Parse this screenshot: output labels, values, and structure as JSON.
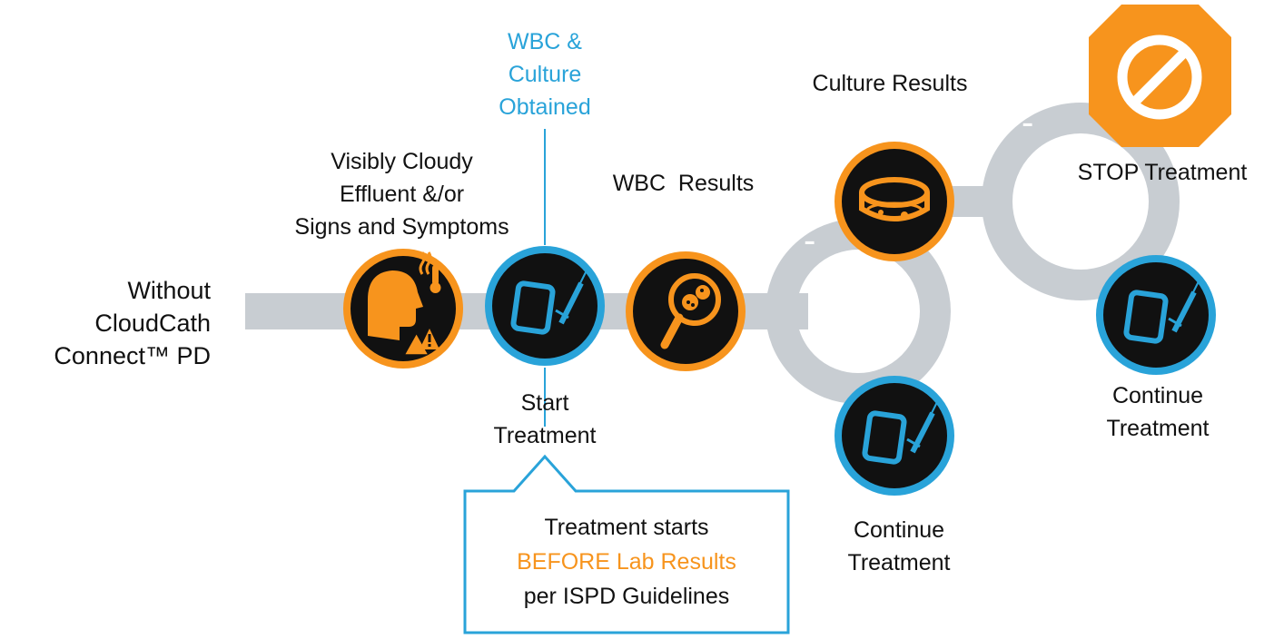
{
  "colors": {
    "track": "#c8cdd2",
    "orange": "#f7941d",
    "blue": "#29a3d9",
    "icon_bg": "#111111",
    "text": "#111111"
  },
  "start_label": [
    "Without",
    "CloudCath",
    "Connect™ PD"
  ],
  "steps": {
    "symptoms": {
      "label": [
        "Visibly Cloudy",
        "Effluent &/or",
        "Signs and Symptoms"
      ],
      "icon": "sick-person-fever-warning-icon"
    },
    "wbc_culture_obtained": {
      "label": [
        "WBC &",
        "Culture",
        "Obtained"
      ]
    },
    "start_treatment": {
      "label": [
        "Start",
        "Treatment"
      ],
      "icon": "iv-bag-syringe-icon"
    },
    "wbc_results": {
      "label": "WBC  Results",
      "icon": "magnifier-cells-icon"
    },
    "culture_results": {
      "label": "Culture Results",
      "icon": "petri-dish-icon"
    },
    "stop_treatment": {
      "label": "STOP Treatment",
      "icon": "stop-sign-icon"
    },
    "continue_upper": {
      "label": [
        "Continue",
        "Treatment"
      ],
      "icon": "iv-bag-syringe-icon"
    },
    "continue_lower": {
      "label": [
        "Continue",
        "Treatment"
      ],
      "icon": "iv-bag-syringe-icon"
    }
  },
  "branch_signs": {
    "minus": "-",
    "plus": "+"
  },
  "callout": {
    "line1": "Treatment starts",
    "line2": "BEFORE Lab Results",
    "line3": "per ISPD Guidelines"
  }
}
